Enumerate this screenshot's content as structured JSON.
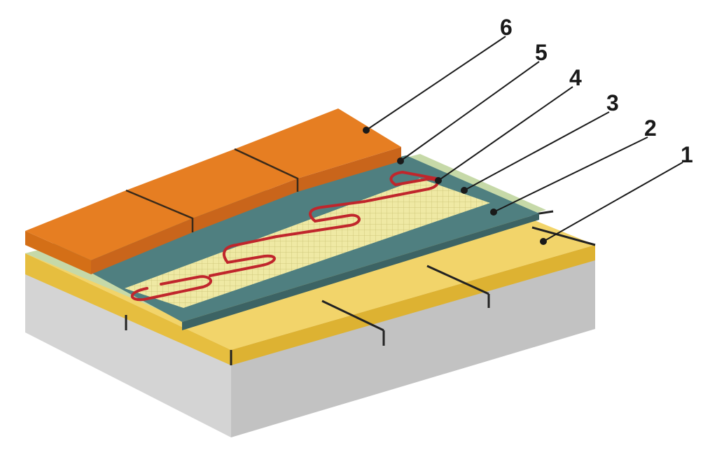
{
  "diagram": {
    "colors": {
      "background": "#ffffff",
      "concrete_side": "#d6d6d6",
      "concrete_front": "#c4c4c4",
      "insulation_top": "#f2d46a",
      "insulation_side": "#e5bb3c",
      "membrane": "#4f7f80",
      "membrane_side": "#3f6667",
      "mesh": "#f0eba6",
      "mesh_line": "#d3cc7d",
      "cable": "#c0262c",
      "tile_top": "#e67e22",
      "tile_side": "#c9651b",
      "joint": "#2a2a2a",
      "leader": "#1a1a1a"
    },
    "callouts": [
      {
        "number": "1"
      },
      {
        "number": "2"
      },
      {
        "number": "3"
      },
      {
        "number": "4"
      },
      {
        "number": "5"
      },
      {
        "number": "6"
      }
    ]
  }
}
